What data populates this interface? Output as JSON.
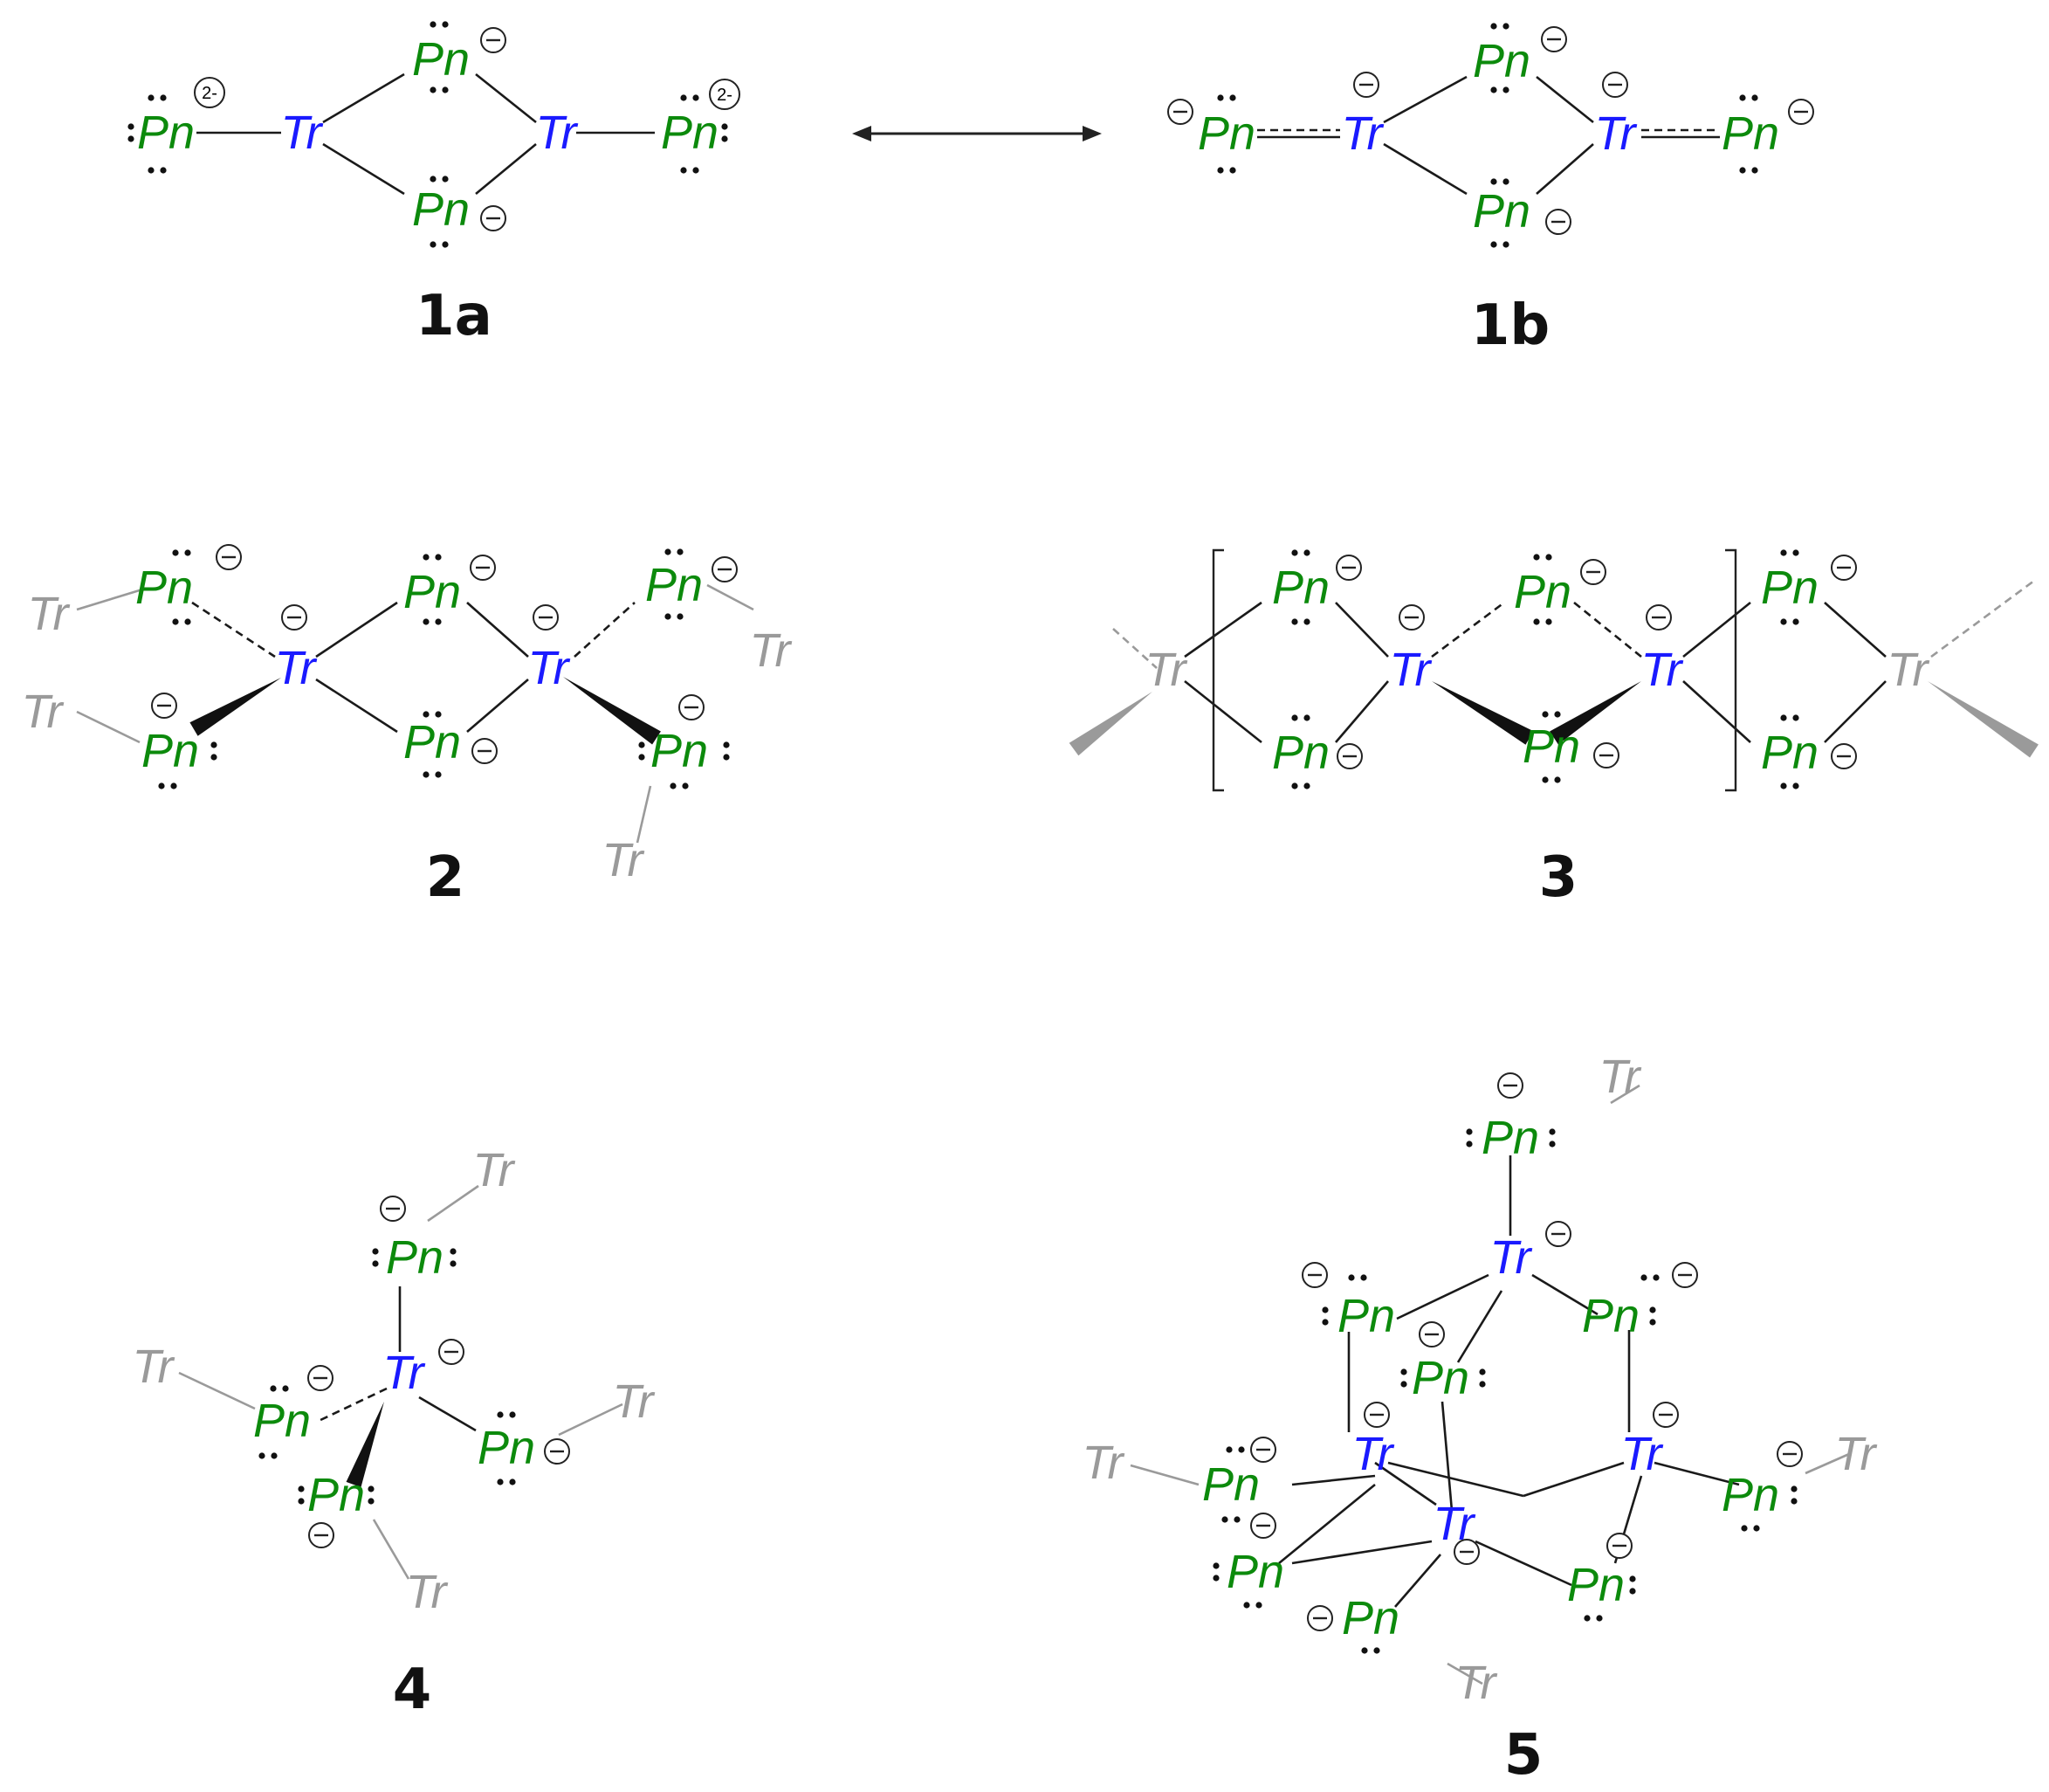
{
  "atom_labels": {
    "tr": "Tr",
    "pn": "Pn"
  },
  "charge_labels": {
    "dianion": "2-"
  },
  "colors": {
    "tr": "#1a1aff",
    "tr_remote": "#9a9a9a",
    "pn": "#0c8a0c",
    "bond": "#1a1a1a"
  },
  "structure_labels": [
    "1a",
    "1b",
    "2",
    "3",
    "4",
    "5"
  ]
}
